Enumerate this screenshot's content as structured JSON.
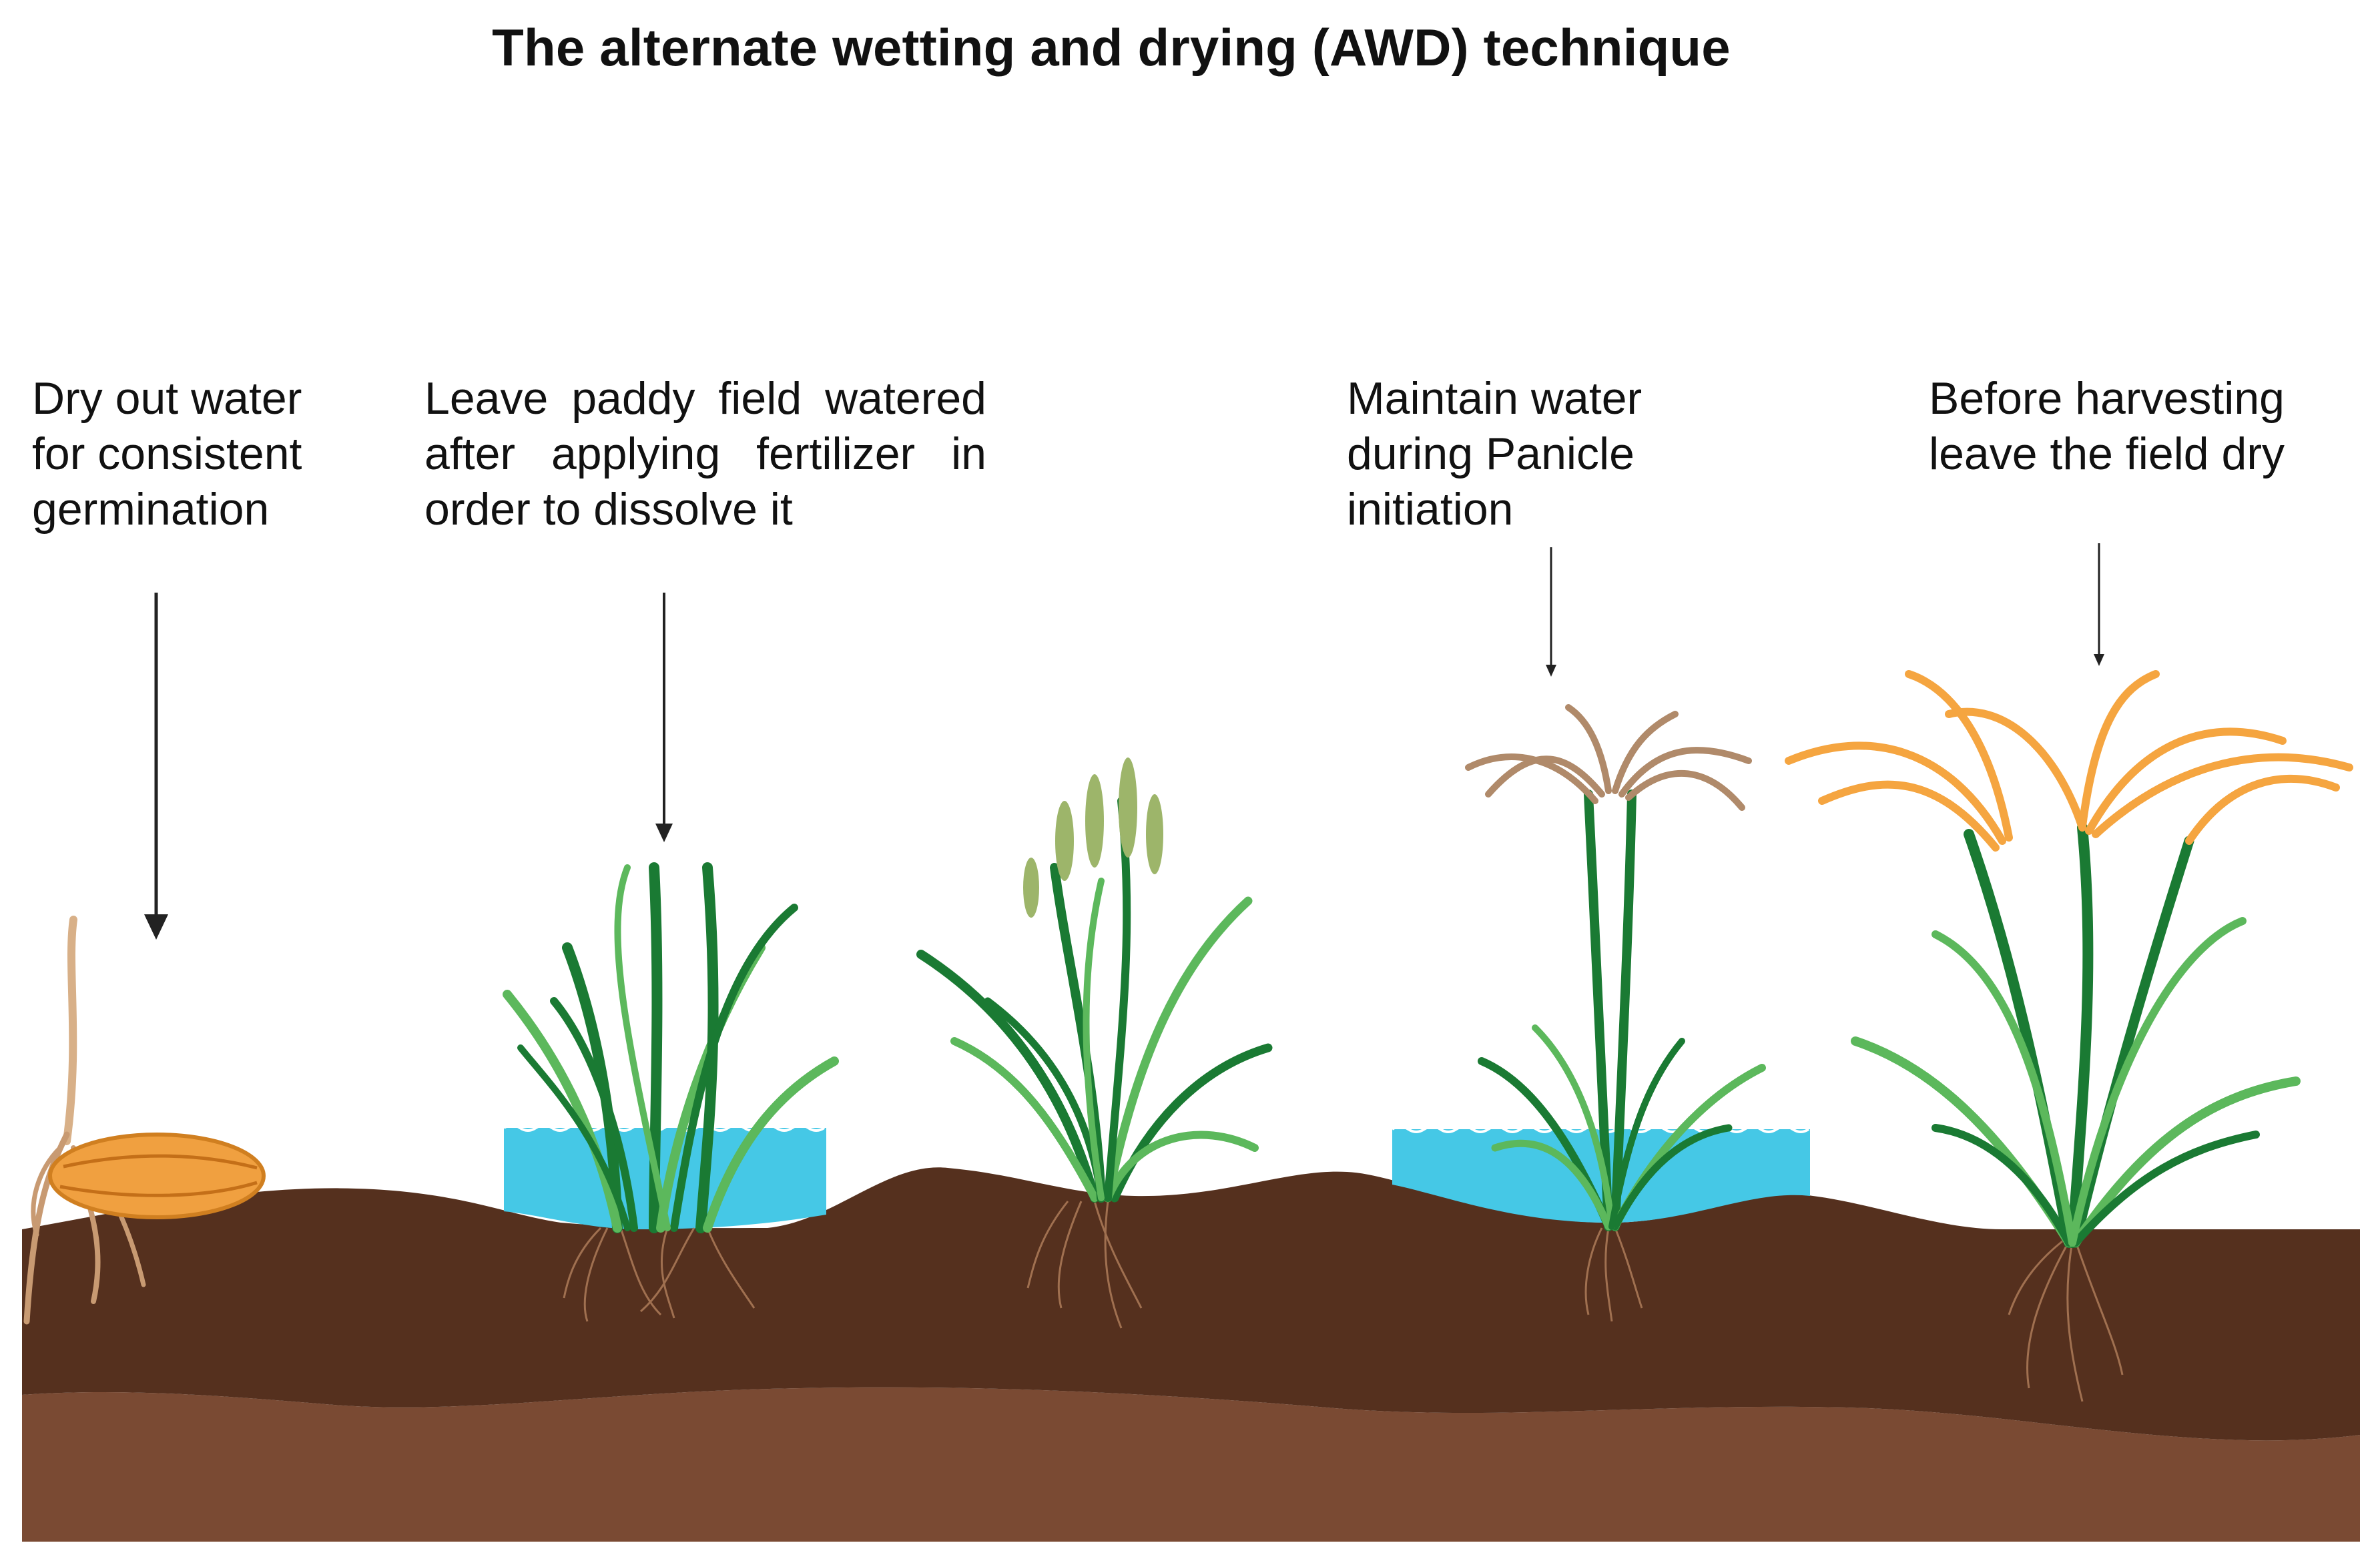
{
  "title": "The alternate wetting and drying (AWD) technique",
  "steps": [
    {
      "text": "Dry out water for consistent germination"
    },
    {
      "text": "Leave paddy field watered after applying fertilizer in order to dissolve it"
    },
    {
      "text": "Maintain water during Panicle initiation"
    },
    {
      "text": "Before harvesting leave the field dry"
    }
  ],
  "colors": {
    "soil_top": "#55301e",
    "soil_bottom": "#7a4a33",
    "water": "#45c8e6",
    "leaf_dark": "#1a7a33",
    "leaf_light": "#5cb85c",
    "seed": "#f0a040",
    "panicle_green": "#9db56a",
    "panicle_brown": "#b08a6a",
    "panicle_ripe": "#f5a540",
    "root": "#a07050"
  }
}
